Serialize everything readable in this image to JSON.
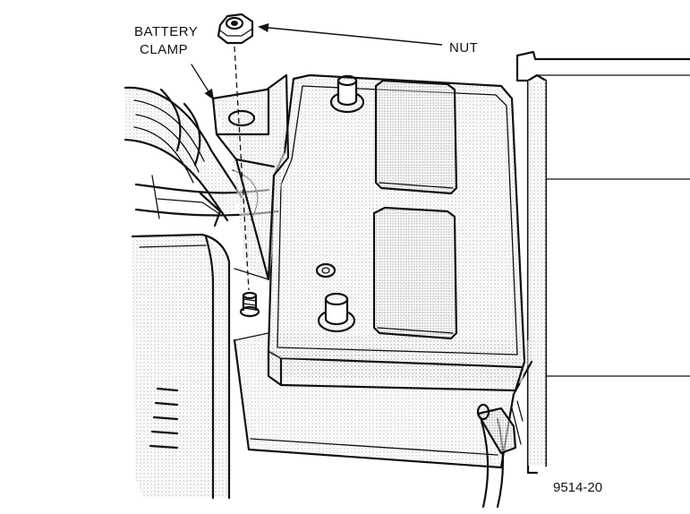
{
  "labels": {
    "battery_clamp_line1": "BATTERY",
    "battery_clamp_line2": "CLAMP",
    "nut": "NUT",
    "figure_code": "9514-20"
  },
  "colors": {
    "ink": "#111111",
    "shade": "#d9d9d9",
    "background": "#ffffff"
  }
}
